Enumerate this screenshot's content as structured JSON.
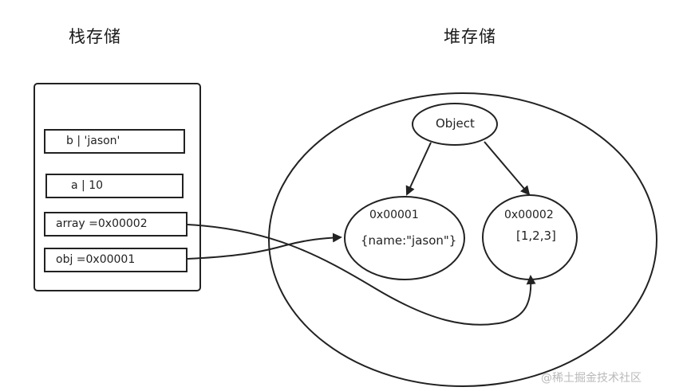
{
  "titles": {
    "stack": "栈存储",
    "heap": "堆存储"
  },
  "stack": {
    "cells": [
      {
        "label": "b | 'jason'"
      },
      {
        "label": "a | 10"
      },
      {
        "label": "array =0x00002"
      },
      {
        "label": "obj =0x00001"
      }
    ]
  },
  "heap": {
    "object_label": "Object",
    "node1": {
      "address": "0x00001",
      "value": "{name:\"jason\"}"
    },
    "node2": {
      "address": "0x00002",
      "value": "[1,2,3]"
    }
  },
  "watermark": "@稀土掘金技术社区",
  "colors": {
    "stroke": "#222222",
    "background": "#ffffff",
    "watermark": "#b9b9b9"
  }
}
